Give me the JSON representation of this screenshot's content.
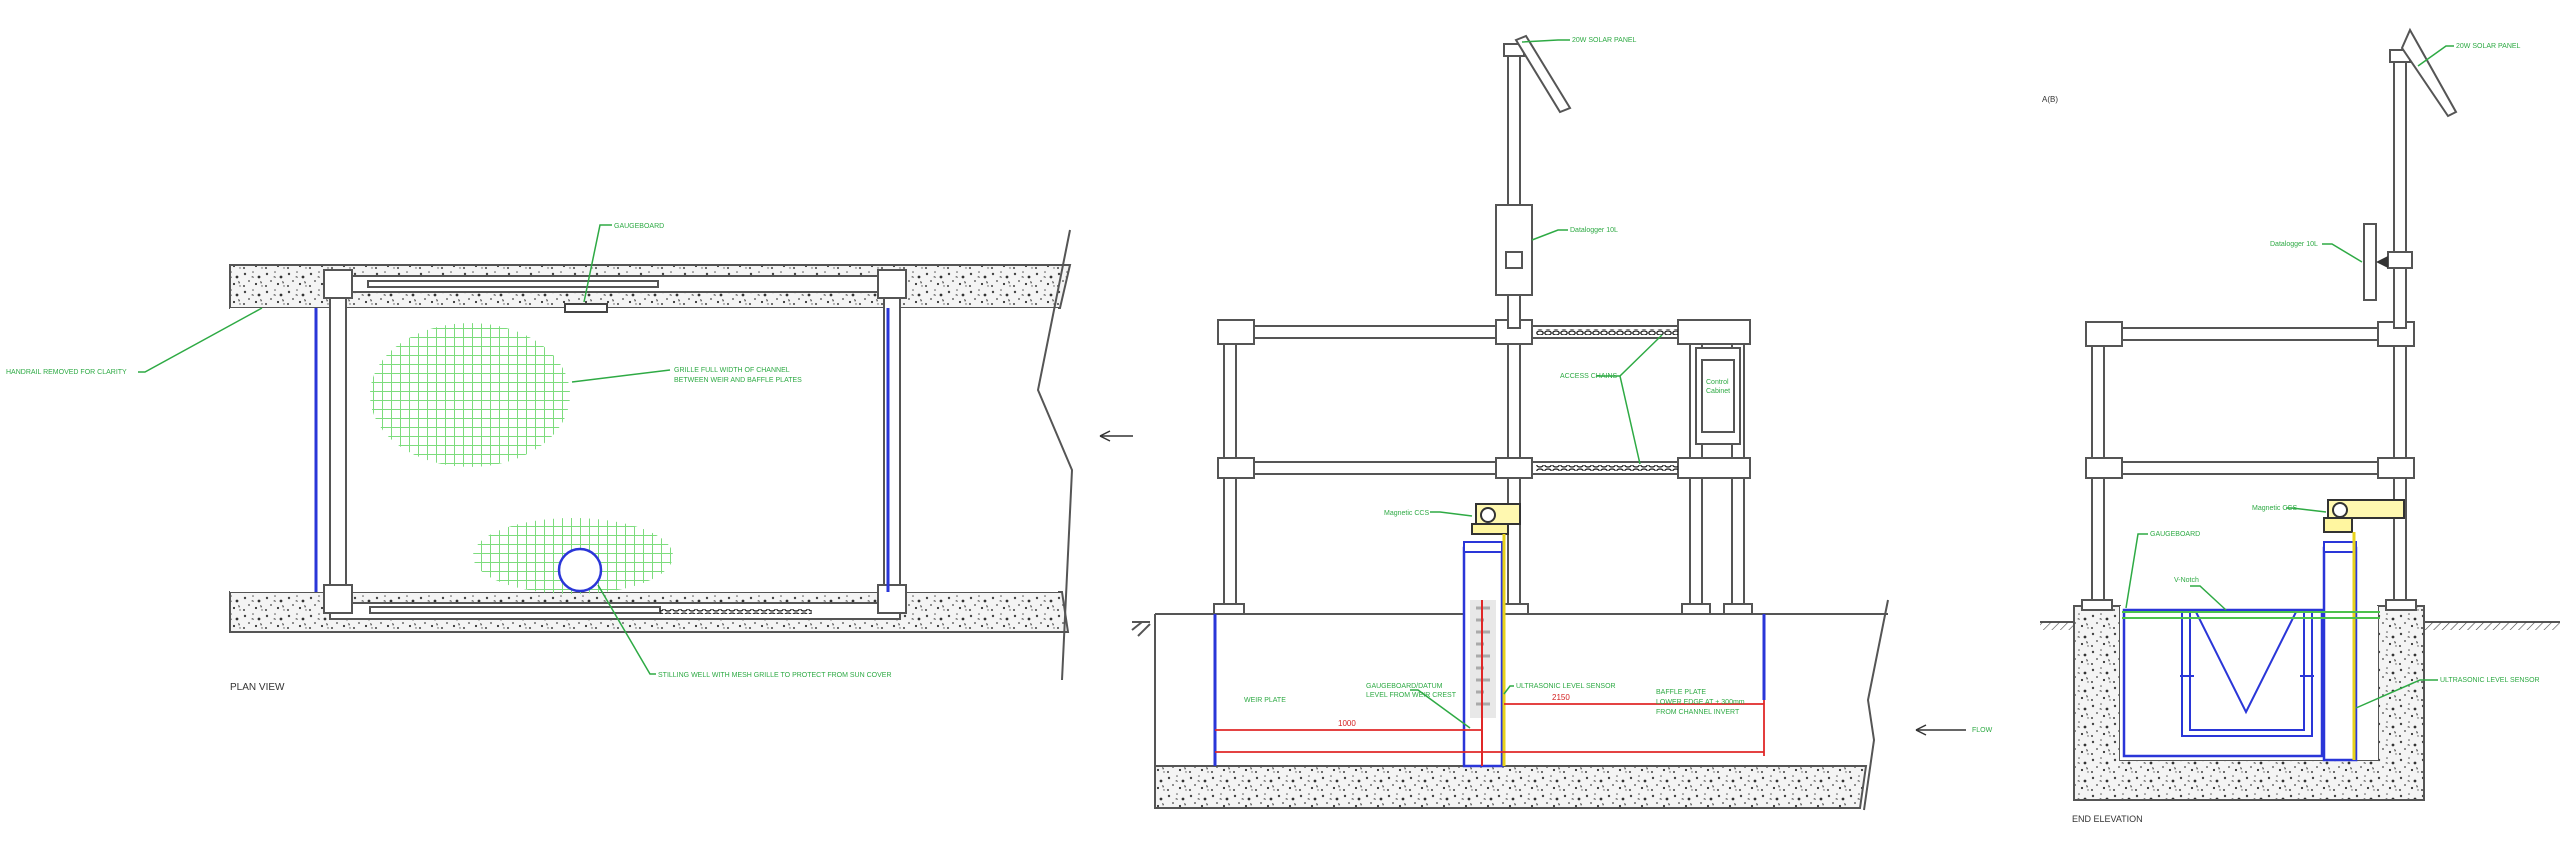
{
  "colors": {
    "annotation": "#2eaa44",
    "structure": "#555555",
    "blue": "#2a36d8",
    "red": "#e02828",
    "yellow": "#e8d21a",
    "mesh": "#7ddc7d"
  },
  "plan_view": {
    "title": "PLAN VIEW",
    "labels": {
      "gaugeboard": "GAUGEBOARD",
      "handrail": "HANDRAIL REMOVED FOR CLARITY",
      "grille_line1": "GRILLE FULL WIDTH OF CHANNEL",
      "grille_line2": "BETWEEN WEIR AND BAFFLE PLATES",
      "stilling_line": "STILLING WELL WITH MESH GRILLE TO PROTECT FROM SUN COVER"
    }
  },
  "side_elevation": {
    "arrow_label": "FLOW",
    "labels": {
      "solar": "20W SOLAR PANEL",
      "datalogger": "Datalogger 10L",
      "access": "ACCESS CHAINS",
      "cabinet_line1": "Control",
      "cabinet_line2": "Cabinet",
      "magnetic": "Magnetic CCS",
      "weir": "WEIR PLATE",
      "gaugeboard_line1": "GAUGEBOARD/DATUM",
      "gaugeboard_line2": "LEVEL FROM WEIR CREST",
      "ultrasonic": "ULTRASONIC LEVEL SENSOR",
      "baffle_line1": "BAFFLE PLATE",
      "baffle_line2": "LOWER EDGE AT + 300mm",
      "baffle_line3": "FROM CHANNEL INVERT"
    },
    "dims": {
      "weir_to_sensor": "1000",
      "sensor_to_baffle": "2150"
    }
  },
  "end_elevation": {
    "title": "END ELEVATION",
    "top_note": "A(B)",
    "labels": {
      "solar": "20W SOLAR PANEL",
      "datalogger": "Datalogger 10L",
      "magnetic": "Magnetic CCS",
      "gaugeboard": "GAUGEBOARD",
      "v_notch": "V-Notch",
      "ultrasonic": "ULTRASONIC LEVEL SENSOR"
    }
  }
}
